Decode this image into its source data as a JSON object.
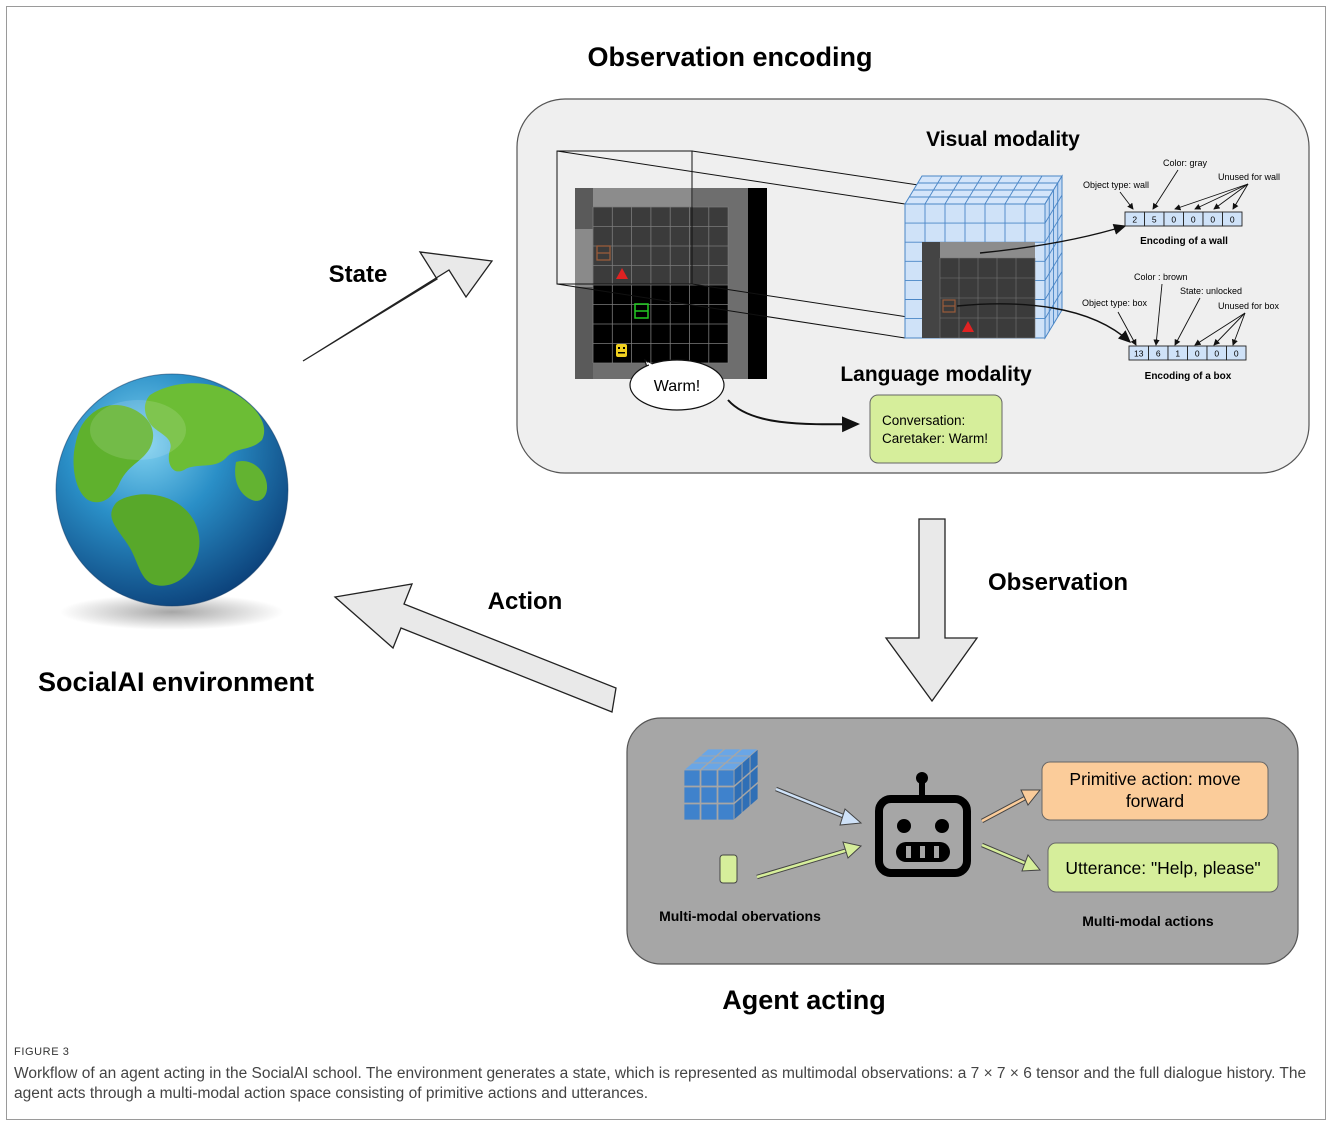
{
  "titles": {
    "observation_encoding": "Observation encoding",
    "agent_acting": "Agent acting",
    "environment": "SocialAI environment",
    "visual_modality": "Visual modality",
    "language_modality": "Language modality"
  },
  "arrows": {
    "state": "State",
    "action": "Action",
    "observation": "Observation"
  },
  "grid": {
    "speech": "Warm!"
  },
  "conversation": {
    "line1": "Conversation:",
    "line2": "Caretaker: Warm!"
  },
  "encoding_wall": {
    "object_type": "Object type:  wall",
    "color": "Color: gray",
    "unused": "Unused for wall",
    "values": [
      "2",
      "5",
      "0",
      "0",
      "0",
      "0"
    ],
    "caption": "Encoding of a wall"
  },
  "encoding_box": {
    "object_type": "Object type:  box",
    "color": "Color : brown",
    "state": "State: unlocked",
    "unused": "Unused for box",
    "values": [
      "13",
      "6",
      "1",
      "0",
      "0",
      "0"
    ],
    "caption": "Encoding of a box"
  },
  "agent": {
    "observations_label": "Multi-modal obervations",
    "actions_label": "Multi-modal actions",
    "primitive_action_line1": "Primitive action: move",
    "primitive_action_line2": "forward",
    "utterance": "Utterance: \"Help, please\""
  },
  "colors": {
    "panel_light": "#efefef",
    "panel_dark": "#a6a6a6",
    "cube_blue": "#cfe2f8",
    "tensor_blue": "#3f82cc",
    "green_box": "#d6ee9b",
    "orange_box": "#fbcc9a"
  },
  "caption": {
    "figure_number": "FIGURE 3",
    "text": "Workflow of an agent acting in the SocialAI school. The environment generates a state, which is represented as multimodal observations: a 7 × 7 × 6 tensor and the full dialogue history. The agent acts through a multi-modal action space consisting of primitive actions and utterances."
  }
}
